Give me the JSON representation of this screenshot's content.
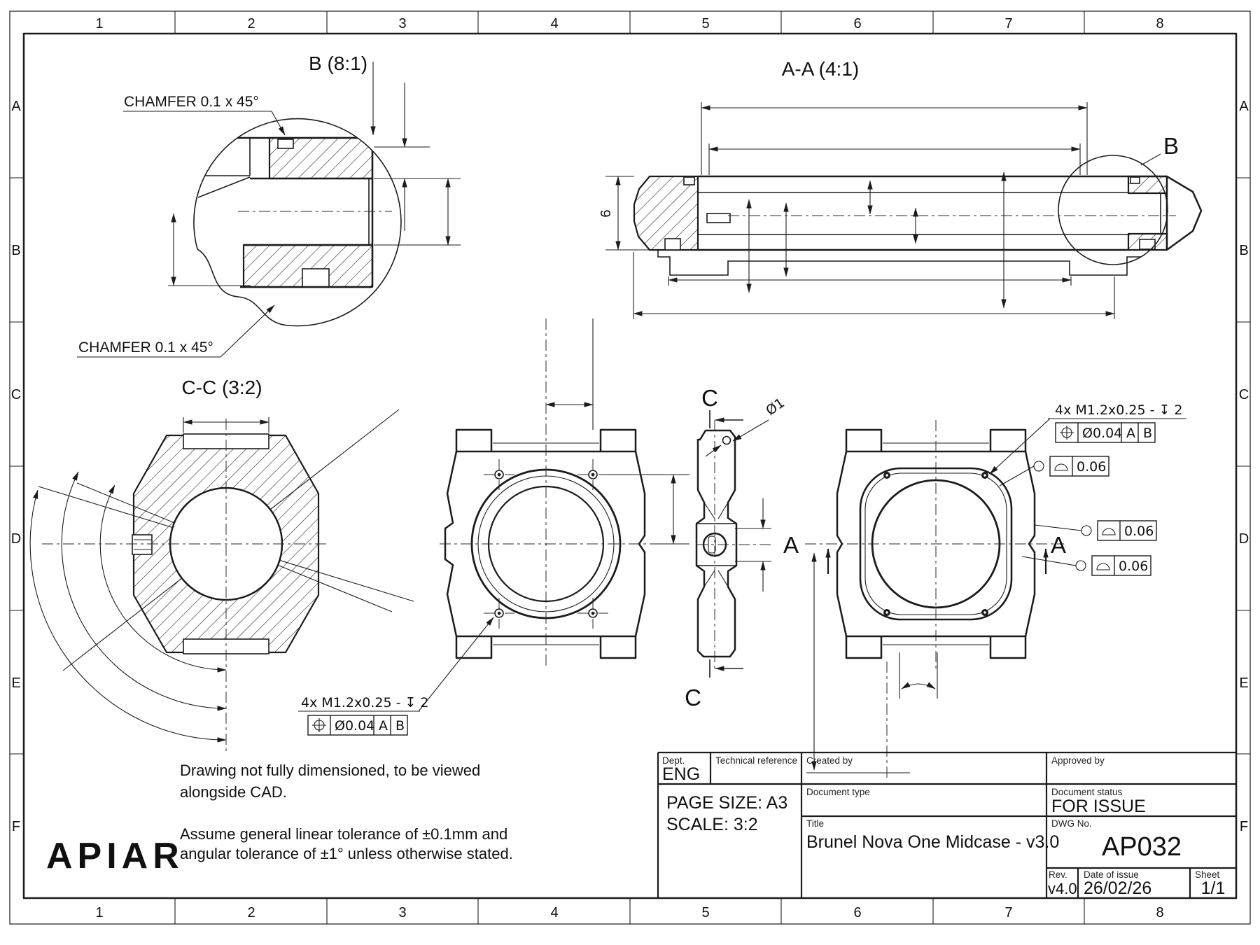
{
  "frame": {
    "cols": [
      "1",
      "2",
      "3",
      "4",
      "5",
      "6",
      "7",
      "8"
    ],
    "rows": [
      "A",
      "B",
      "C",
      "D",
      "E",
      "F"
    ]
  },
  "logo": "APIAR",
  "notes": {
    "line1": "Drawing not fully dimensioned, to be viewed",
    "line2": "alongside CAD.",
    "line3": "Assume general linear tolerance of ±0.1mm and",
    "line4": "angular tolerance of ±1° unless otherwise stated."
  },
  "views": {
    "detail_b": {
      "title": "B (8:1)",
      "chamfer_top": "CHAMFER 0.1 x 45°",
      "chamfer_bottom": "CHAMFER 0.1 x 45°"
    },
    "section_aa": {
      "title": "A-A (4:1)",
      "height_dim": "6",
      "detail_label": "B"
    },
    "section_cc": {
      "title": "C-C (3:2)"
    },
    "front": {
      "thread_callout": "4x M1.2x0.25 - ↧ 2",
      "position_tol": "Ø0.04",
      "datum_a": "A",
      "datum_b": "B"
    },
    "side": {
      "section_label": "C",
      "hole_dim": "Ø1"
    },
    "back": {
      "section_label": "A",
      "thread_callout": "4x M1.2x0.25 - ↧ 2",
      "position_tol": "Ø0.04",
      "datum_a": "A",
      "datum_b": "B",
      "profile_tol_1": "0.06",
      "profile_tol_2": "0.06",
      "profile_tol_3": "0.06"
    }
  },
  "title_block": {
    "dept_label": "Dept.",
    "dept": "ENG",
    "technical_reference_label": "Technical reference",
    "created_by_label": "Created by",
    "approved_by_label": "Approved by",
    "page_size": "PAGE SIZE: A3",
    "scale": "SCALE: 3:2",
    "document_type_label": "Document type",
    "document_status_label": "Document status",
    "document_status": "FOR ISSUE",
    "title_label": "Title",
    "title": "Brunel Nova One Midcase - v3.0",
    "dwg_no_label": "DWG No.",
    "dwg_no": "AP032",
    "rev_label": "Rev.",
    "rev": "v4.0",
    "date_label": "Date of issue",
    "date": "26/02/26",
    "sheet_label": "Sheet",
    "sheet": "1/1"
  }
}
